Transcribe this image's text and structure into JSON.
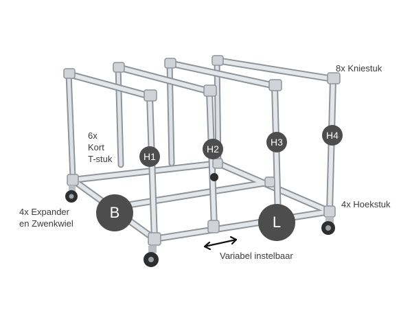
{
  "callouts": {
    "kniestuk": "8x Kniestuk",
    "kort_tstuk": [
      "6x",
      "Kort",
      "T-stuk"
    ],
    "expander": [
      "4x Expander",
      "en Zwenkwiel"
    ],
    "hoekstuk": "4x Hoekstuk",
    "variabel": "Variabel instelbaar"
  },
  "badges": {
    "h1": "H1",
    "h2": "H2",
    "h3": "H3",
    "h4": "H4",
    "b": "B",
    "l": "L"
  },
  "colors": {
    "badge": "#4d4d4d",
    "tube": "#c9ced3",
    "tube_outline": "#8d949b",
    "text": "#3a3a3a"
  }
}
